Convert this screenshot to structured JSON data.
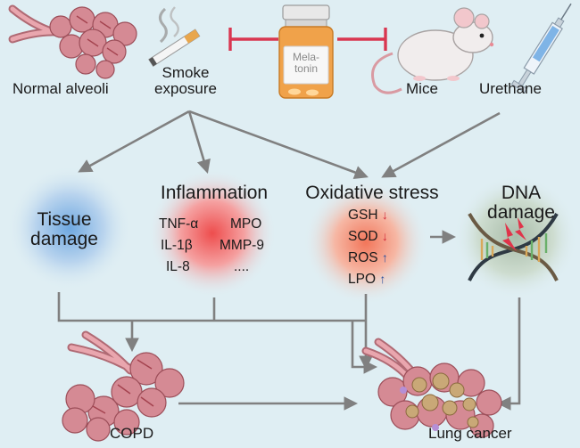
{
  "labels": {
    "normal_alveoli": "Normal alveoli",
    "smoke_exposure": "Smoke\nexposure",
    "melatonin": "Mela-\ntonin",
    "mice": "Mice",
    "urethane": "Urethane",
    "tissue_damage": "Tissue\ndamage",
    "inflammation": "Inflammation",
    "oxidative_stress": "Oxidative stress",
    "dna_damage": "DNA\ndamage",
    "copd": "COPD",
    "lung_cancer": "Lung cancer"
  },
  "inflammation_markers": [
    "TNF-α",
    "MPO",
    "IL-1β",
    "MMP-9",
    "IL-8",
    "...."
  ],
  "oxidative_markers": [
    {
      "name": "GSH",
      "arrow": "↓",
      "direction": "down",
      "color": "#d12a3a"
    },
    {
      "name": "SOD",
      "arrow": "↓",
      "direction": "down",
      "color": "#d12a3a"
    },
    {
      "name": "ROS",
      "arrow": "↑",
      "direction": "up",
      "color": "#2a4f9e"
    },
    {
      "name": "LPO",
      "arrow": "↑",
      "direction": "up",
      "color": "#2a4f9e"
    }
  ],
  "colors": {
    "background": "#dfeef3",
    "arrow": "#808080",
    "inhibit": "#d93650",
    "tissue_node": "#5b9bd8",
    "inflammation_node": "#ef5a5a",
    "oxidative_node": "#f08060",
    "dna_node": "#b9c9b9",
    "lung_tissue": "#d58a94"
  },
  "icons": [
    "lung-alveoli-icon",
    "cigarette-icon",
    "pill-bottle-icon",
    "mouse-icon",
    "syringe-icon",
    "dna-helix-icon",
    "tumor-lung-icon"
  ]
}
